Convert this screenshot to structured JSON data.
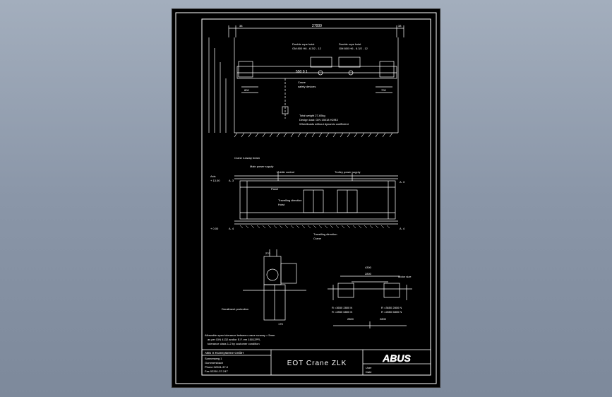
{
  "title_block": {
    "drawing_title": "EOT Crane ZLK",
    "company_line": "ABU S Kransysteme GmbH",
    "address": [
      "Sonnenweg 1",
      "Gummersbach",
      "Phone 02261-37-0",
      "Fax 02261-37-247"
    ],
    "user_label": "User",
    "date_label": "Date",
    "logo_text": "ABUS"
  },
  "elevation": {
    "span_label": "27000",
    "left_offset": "38",
    "right_offset": "38",
    "hoist1_label": [
      "Double rope hoist",
      "GM 800 H6 - 6.3/2 - 12"
    ],
    "hoist2_label": [
      "Double rope hoist",
      "GM 800 H6 - 6.3/2 - 12"
    ],
    "girder_label": "550 0 1",
    "crane_label": [
      "Crane",
      "safety devices"
    ],
    "side_dim_left": "800",
    "side_dim_right": "700",
    "notes": [
      "Total weight 27-65kg",
      "Design load: DIN 15018 H2/B3",
      "Wheelloads without dynamic coefficient"
    ]
  },
  "plan": {
    "runway_label": "Crane runway beam",
    "main_power": "Main power supply",
    "mobile_control": "Mobile control",
    "trolley_power": "Trolley power supply",
    "panel_label": "Panel",
    "travelling_1": [
      "Travelling direction",
      "Hoist"
    ],
    "travelling_2": [
      "Travelling direction",
      "Crane"
    ],
    "axis_left_top": [
      "Axis",
      "+ 13.00"
    ],
    "axis_left_bottom": "+ 0.00",
    "axis_right_top": "A. 3",
    "axis_right_bottom": "A. 4",
    "axis_left_labels": [
      "A. 3",
      "A. 4"
    ]
  },
  "details": {
    "buffer_label": "Derailment protection",
    "motor_label": "Motor size",
    "span_dim": "4300",
    "inner_dim": "2800",
    "wheel_left": [
      "R =3650 2800 N",
      "R =2850 6800 N"
    ],
    "wheel_right": [
      "R =3650 2800 N",
      "R =2850 6800 N"
    ],
    "bottom_dims": [
      "2800",
      "2800"
    ],
    "small_dims": [
      "270",
      "175"
    ]
  },
  "footnote": [
    "Allowable span tolerance between crane runway = 5mm",
    "as per DIN 4132 and/or E.F. em 15012PR,",
    "tolerance class 1-2 by customer condition"
  ]
}
